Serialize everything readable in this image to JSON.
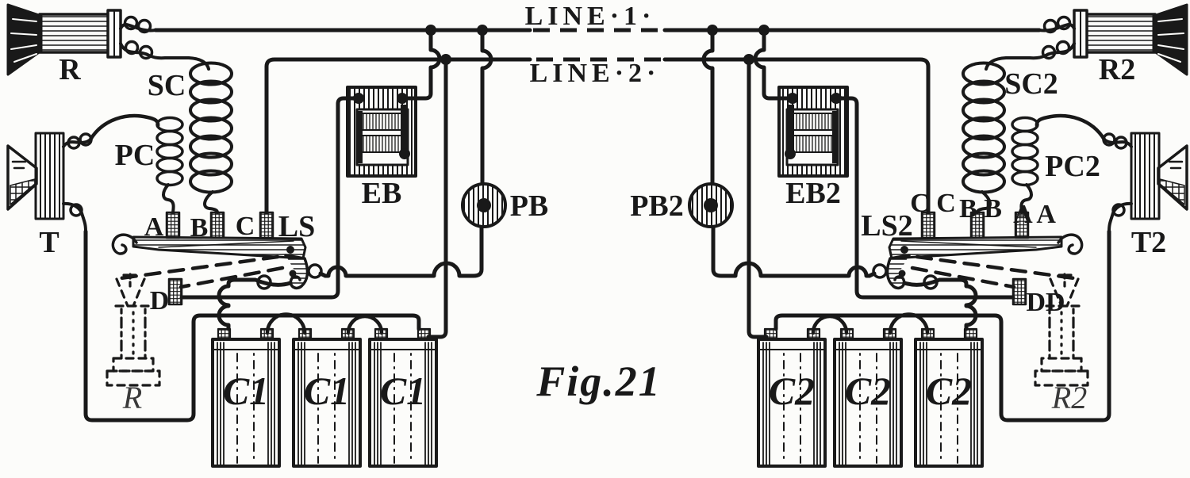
{
  "figure": {
    "title": "Fig.21"
  },
  "lines": {
    "line1_label": "LINE·1·",
    "line2_label": "LINE·2·"
  },
  "left_station": {
    "receiver_label": "R",
    "secondary_coil_label": "SC",
    "primary_coil_label": "PC",
    "transmitter_label": "T",
    "contact_a_label": "A",
    "contact_b_label": "B",
    "contact_c_label": "C",
    "lever_switch_label": "LS",
    "contact_d_label": "D",
    "electromagnet_label": "EB",
    "push_button_label": "PB",
    "ringer_label": "R",
    "cell_labels": [
      "C1",
      "C1",
      "C1"
    ]
  },
  "right_station": {
    "receiver_label": "R2",
    "secondary_coil_label": "SC2",
    "primary_coil_label": "PC2",
    "transmitter_label": "T2",
    "contact_a_label": "A A",
    "contact_b_label": "B B",
    "contact_c_label": "C C",
    "lever_switch_label": "LS2",
    "contact_d_label": "DD",
    "electromagnet_label": "EB2",
    "push_button_label": "PB2",
    "ringer_label": "R2",
    "cell_labels": [
      "C2",
      "C2",
      "C2"
    ]
  },
  "colors": {
    "ink": "#191919",
    "paper": "#fcfcfa"
  }
}
